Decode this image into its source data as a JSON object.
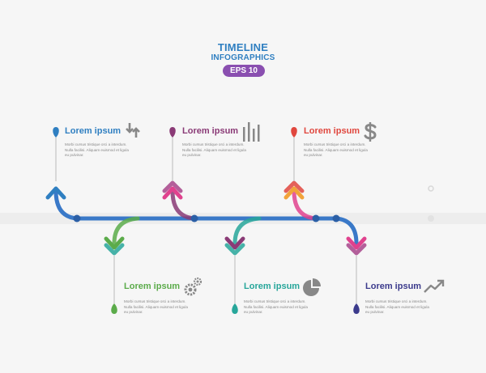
{
  "header": {
    "title": "TIMELINE",
    "subtitle": "INFOGRAPHICS",
    "badge": "EPS 10"
  },
  "colors": {
    "title": "#2f7fc1",
    "badge": "#8a4fb0",
    "timeline": "#3a79c8",
    "blue": "#2f7fc1",
    "purple": "#8a3a76",
    "red": "#e0473e",
    "green": "#5bab4a",
    "teal": "#27a69a",
    "pink": "#e0428e",
    "navy": "#3b3a8c",
    "icon": "#888888"
  },
  "steps": [
    {
      "id": "step-1",
      "heading": "Lorem ipsum",
      "body": "Morbi cursus tristique orci a interdum. Nulla facilisi. Aliquam euismod et ligula eu pulvinar.",
      "icon": "arrows-icon",
      "color": "#2f7fc1"
    },
    {
      "id": "step-2",
      "heading": "Lorem ipsum",
      "body": "Morbi cursus tristique orci a interdum. Nulla facilisi. Aliquam euismod et ligula eu pulvinar.",
      "icon": "bar-chart-icon",
      "color": "#8a3a76"
    },
    {
      "id": "step-3",
      "heading": "Lorem ipsum",
      "body": "Morbi cursus tristique orci a interdum. Nulla facilisi. Aliquam euismod et ligula eu pulvinar.",
      "icon": "dollar-icon",
      "color": "#e0473e"
    },
    {
      "id": "step-4",
      "heading": "Lorem ipsum",
      "body": "Morbi cursus tristique orci a interdum. Nulla facilisi. Aliquam euismod et ligula eu pulvinar.",
      "icon": "gears-icon",
      "color": "#5bab4a"
    },
    {
      "id": "step-5",
      "heading": "Lorem ipsum",
      "body": "Morbi cursus tristique orci a interdum. Nulla facilisi. Aliquam euismod et ligula eu pulvinar.",
      "icon": "pie-chart-icon",
      "color": "#27a69a"
    },
    {
      "id": "step-6",
      "heading": "Lorem ipsum",
      "body": "Morbi cursus tristique orci a interdum. Nulla facilisi. Aliquam euismod et ligula eu pulvinar.",
      "icon": "trend-up-icon",
      "color": "#3b3a8c"
    }
  ]
}
